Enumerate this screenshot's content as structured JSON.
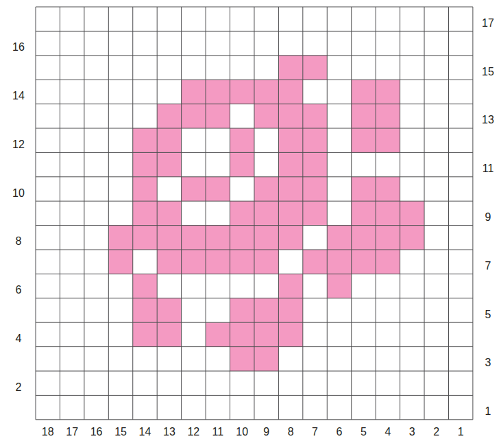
{
  "diagram": {
    "labels": [
      "17",
      "16",
      "15",
      "14",
      "13",
      "12",
      "11",
      "10",
      "9",
      "8",
      "7",
      "6",
      "5",
      "4",
      "3",
      "2",
      "1",
      "18",
      "17",
      "16",
      "15",
      "14",
      "13",
      "12",
      "11",
      "10",
      "9",
      "8",
      "7",
      "6",
      "5",
      "4",
      "3",
      "2",
      "1"
    ]
  }
}
